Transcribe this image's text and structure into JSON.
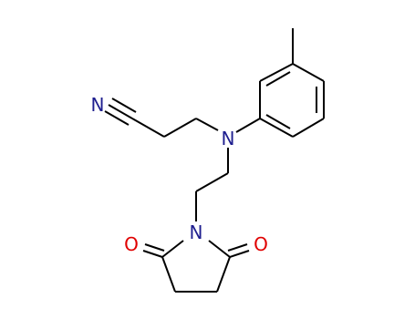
{
  "atoms": {
    "nitrile_n": {
      "symbol": "N",
      "color": "#1f1f8f"
    },
    "amine_n": {
      "symbol": "N",
      "color": "#1f1f8f"
    },
    "imide_n": {
      "symbol": "N",
      "color": "#1f1f8f"
    },
    "carbonyl_o_left": {
      "symbol": "O",
      "color": "#e00000"
    },
    "carbonyl_o_right": {
      "symbol": "O",
      "color": "#e00000"
    }
  },
  "colors": {
    "bond": "#000000",
    "nitrogen": "#1f1f8f",
    "oxygen": "#e00000"
  }
}
